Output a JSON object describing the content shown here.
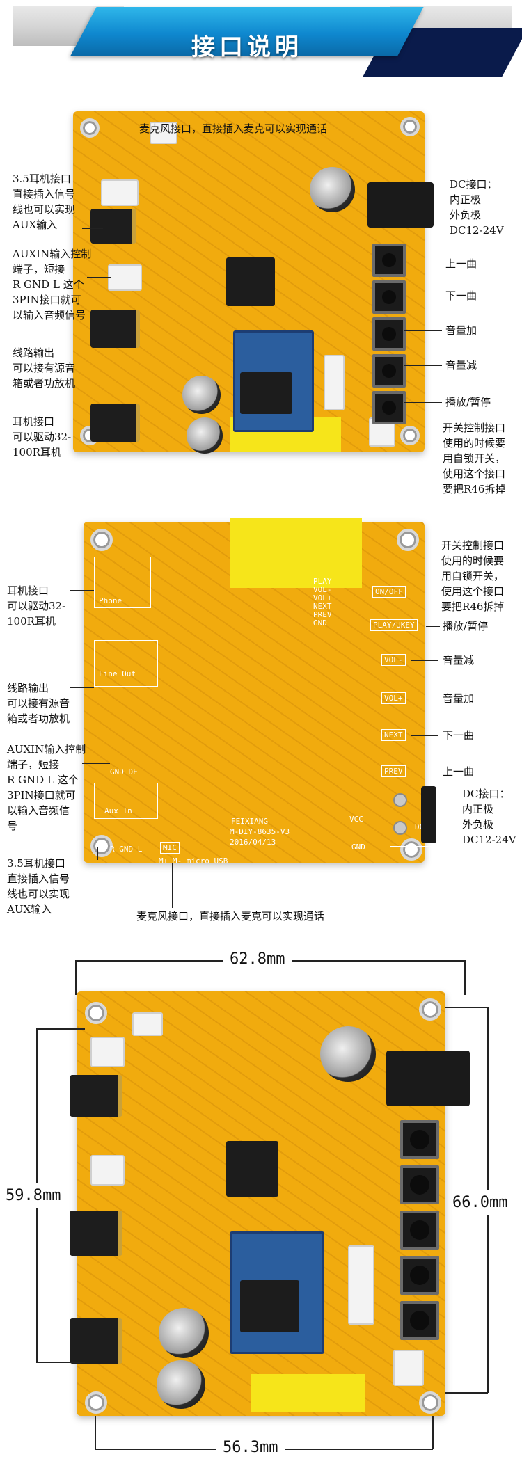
{
  "header": {
    "title": "接口说明"
  },
  "section1": {
    "mic": "麦克风接口，直接插入麦克可以实现通话",
    "aux35": [
      "3.5耳机接口",
      "直接插入信号",
      "线也可以实现",
      "AUX输入"
    ],
    "auxin": [
      "AUXIN输入控制",
      "端子，短接",
      "R GND L 这个",
      "3PIN接口就可",
      "以输入音频信号"
    ],
    "lineout": [
      "线路输出",
      "可以接有源音",
      "箱或者功放机"
    ],
    "phone": [
      "耳机接口",
      "可以驱动32-",
      "100R耳机"
    ],
    "dc": [
      "DC接口：",
      "内正极",
      "外负极",
      "DC12-24V"
    ],
    "prev": "上一曲",
    "next": "下一曲",
    "volup": "音量加",
    "voldown": "音量减",
    "play": "播放/暂停",
    "switch": [
      "开关控制接口",
      "使用的时候要",
      "用自锁开关，",
      "使用这个接口",
      "要把R46拆掉"
    ]
  },
  "section2": {
    "switch": [
      "开关控制接口",
      "使用的时候要",
      "用自锁开关，",
      "使用这个接口",
      "要把R46拆掉"
    ],
    "play": "播放/暂停",
    "voldown": "音量减",
    "volup": "音量加",
    "next": "下一曲",
    "prev": "上一曲",
    "dc": [
      "DC接口：",
      "内正极",
      "外负极",
      "DC12-24V"
    ],
    "phone": [
      "耳机接口",
      "可以驱动32-",
      "100R耳机"
    ],
    "lineout": [
      "线路输出",
      "可以接有源音",
      "箱或者功放机"
    ],
    "auxin": [
      "AUXIN输入控制",
      "端子，短接",
      "R GND L 这个",
      "3PIN接口就可",
      "以输入音频信",
      "号"
    ],
    "aux35": [
      "3.5耳机接口",
      "直接插入信号",
      "线也可以实现",
      "AUX输入"
    ],
    "mic": "麦克风接口，直接插入麦克可以实现通话",
    "silk": {
      "onoff": "ON/OFF",
      "playukey": "PLAY/UKEY",
      "volm": "VOL-",
      "volp": "VOL+",
      "next": "NEXT",
      "prev": "PREV",
      "phone": "Phone",
      "lineout": "Line Out",
      "gndde": "GND  DE",
      "auxin": "Aux In",
      "rgndl": "R GND L",
      "mic": "MIC",
      "mm": "M+ M- micro USB",
      "feixiang": "FEIXIANG",
      "model": "M-DIY-8635-V3",
      "date": "2016/04/13",
      "vcc": "VCC",
      "gnd": "GND",
      "dcl": "DC",
      "list": [
        "PLAY",
        "VOL-",
        "VOL+",
        "NEXT",
        "PREV",
        "GND"
      ]
    }
  },
  "section3": {
    "top": "62.8mm",
    "left": "59.8mm",
    "right": "66.0mm",
    "bottom": "56.3mm"
  }
}
